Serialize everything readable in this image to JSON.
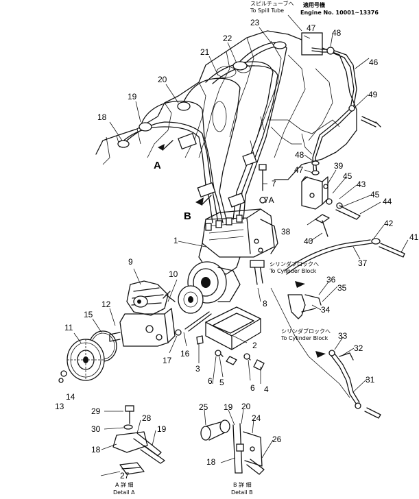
{
  "notes": {
    "spill_jp": "スピルチューブへ",
    "spill_en": "To Spill Tube",
    "serial_jp": "適用号機",
    "serial_en": "Engine No. 10001~13376",
    "cyl1_jp": "シリンダブロックへ",
    "cyl1_en": "To Cylinder Block",
    "cyl2_jp": "シリンダブロックへ",
    "cyl2_en": "To Cylinder Block"
  },
  "views": {
    "a": "A",
    "b": "B"
  },
  "details": {
    "a_jp": "A 詳 細",
    "a_en": "Detail A",
    "b_jp": "B 詳 細",
    "b_en": "Detail B"
  },
  "callouts": [
    {
      "id": "c1",
      "label": "1"
    },
    {
      "id": "c2",
      "label": "2"
    },
    {
      "id": "c3",
      "label": "3"
    },
    {
      "id": "c4",
      "label": "4"
    },
    {
      "id": "c5",
      "label": "5"
    },
    {
      "id": "c6a",
      "label": "6"
    },
    {
      "id": "c6b",
      "label": "6"
    },
    {
      "id": "c7",
      "label": "7"
    },
    {
      "id": "c7a",
      "label": "7A"
    },
    {
      "id": "c8",
      "label": "8"
    },
    {
      "id": "c9",
      "label": "9"
    },
    {
      "id": "c10",
      "label": "10"
    },
    {
      "id": "c11",
      "label": "11"
    },
    {
      "id": "c12",
      "label": "12"
    },
    {
      "id": "c13",
      "label": "13"
    },
    {
      "id": "c14",
      "label": "14"
    },
    {
      "id": "c15",
      "label": "15"
    },
    {
      "id": "c16",
      "label": "16"
    },
    {
      "id": "c17",
      "label": "17"
    },
    {
      "id": "c18",
      "label": "18"
    },
    {
      "id": "c19",
      "label": "19"
    },
    {
      "id": "c20",
      "label": "20"
    },
    {
      "id": "c21",
      "label": "21"
    },
    {
      "id": "c22",
      "label": "22"
    },
    {
      "id": "c23",
      "label": "23"
    },
    {
      "id": "c31",
      "label": "31"
    },
    {
      "id": "c32",
      "label": "32"
    },
    {
      "id": "c33",
      "label": "33"
    },
    {
      "id": "c34",
      "label": "34"
    },
    {
      "id": "c35",
      "label": "35"
    },
    {
      "id": "c36",
      "label": "36"
    },
    {
      "id": "c37",
      "label": "37"
    },
    {
      "id": "c38",
      "label": "38"
    },
    {
      "id": "c39",
      "label": "39"
    },
    {
      "id": "c40",
      "label": "40"
    },
    {
      "id": "c41",
      "label": "41"
    },
    {
      "id": "c42",
      "label": "42"
    },
    {
      "id": "c43",
      "label": "43"
    },
    {
      "id": "c44",
      "label": "44"
    },
    {
      "id": "c45a",
      "label": "45"
    },
    {
      "id": "c45b",
      "label": "45"
    },
    {
      "id": "c46",
      "label": "46"
    },
    {
      "id": "c47a",
      "label": "47"
    },
    {
      "id": "c47b",
      "label": "47"
    },
    {
      "id": "c48a",
      "label": "48"
    },
    {
      "id": "c48b",
      "label": "48"
    },
    {
      "id": "c49",
      "label": "49"
    },
    {
      "id": "da27",
      "label": "27"
    },
    {
      "id": "da28",
      "label": "28"
    },
    {
      "id": "da29",
      "label": "29"
    },
    {
      "id": "da30",
      "label": "30"
    },
    {
      "id": "da18",
      "label": "18"
    },
    {
      "id": "da19",
      "label": "19"
    },
    {
      "id": "db25",
      "label": "25"
    },
    {
      "id": "db19",
      "label": "19"
    },
    {
      "id": "db20",
      "label": "20"
    },
    {
      "id": "db24",
      "label": "24"
    },
    {
      "id": "db26",
      "label": "26"
    },
    {
      "id": "db18",
      "label": "18"
    }
  ]
}
